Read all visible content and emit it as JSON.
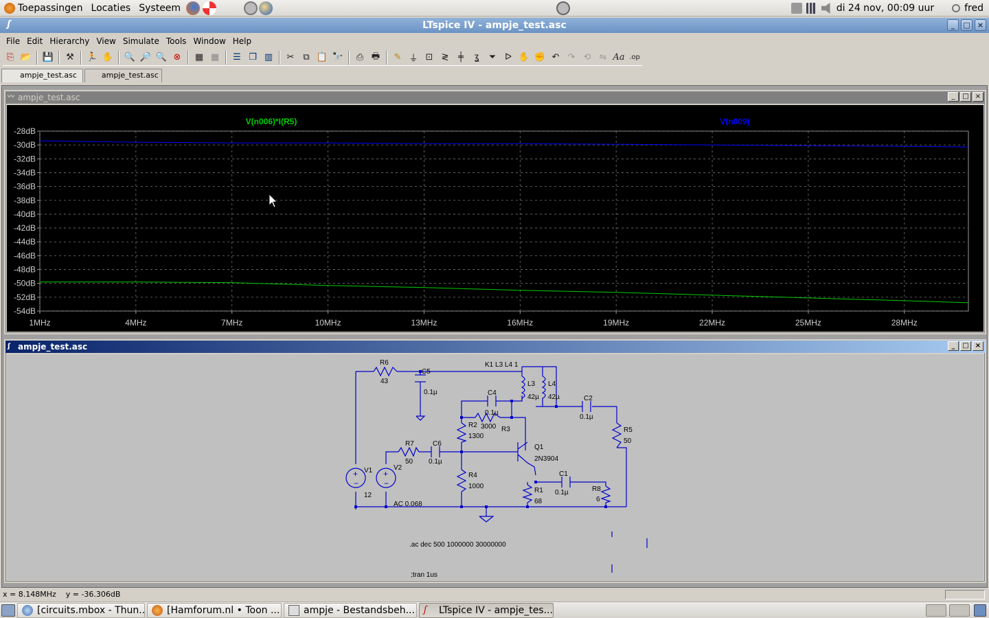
{
  "gnome_panel": {
    "menus": [
      "Toepassingen",
      "Locaties",
      "Systeem"
    ],
    "clock": "di 24 nov, 00:09 uur",
    "user": "fred"
  },
  "app": {
    "title": "LTspice IV - ampje_test.asc"
  },
  "menubar": {
    "items": [
      "File",
      "Edit",
      "Hierarchy",
      "View",
      "Simulate",
      "Tools",
      "Window",
      "Help"
    ]
  },
  "toolbar": {
    "icons": [
      "new-schematic-icon",
      "open-icon",
      "save-icon",
      "control-panel-icon",
      "run-icon",
      "halt-icon",
      "zoom-in-icon",
      "zoom-pan-icon",
      "zoom-out-icon",
      "zoom-fit-icon",
      "autorange-icon",
      "clear-icon",
      "tile-horizontal-icon",
      "cascade-icon",
      "tile-vertical-icon",
      "cut-icon",
      "copy-icon",
      "paste-icon",
      "find-icon",
      "print-preview-icon",
      "print-icon",
      "draw-wire-icon",
      "ground-icon",
      "label-net-icon",
      "resistor-icon",
      "capacitor-icon",
      "inductor-icon",
      "diode-icon",
      "component-icon",
      "move-icon",
      "drag-icon",
      "undo-icon",
      "redo-icon",
      "rotate-icon",
      "mirror-icon",
      "text-icon",
      "spice-directive-icon"
    ]
  },
  "tabs": [
    "ampje_test.asc",
    "ampje_test.asc"
  ],
  "plot_window": {
    "title": "ampje_test.asc"
  },
  "schematic_window": {
    "title": "ampje_test.asc",
    "directives": [
      ".ac dec 500 1000000 30000000",
      ";tran 1us"
    ],
    "components": {
      "R6": "43",
      "C5": "0.1µ",
      "K1": "K1 L3 L4 1",
      "L3": "42µ",
      "L4": "42µ",
      "C4": "0.1µ",
      "R3": "3000",
      "R2": "1300",
      "C2": "0.1µ",
      "R5": "50",
      "R7": "50",
      "C6": "0.1µ",
      "Q1": "2N3904",
      "V1": "12",
      "V2": "AC 0.068",
      "R4": "1000",
      "C1": "0.1µ",
      "R1": "68",
      "R8": "6"
    }
  },
  "status": {
    "text": "x = 8.148MHz    y = -36.306dB"
  },
  "taskbar": {
    "items": [
      {
        "label": "[circuits.mbox - Thun..."
      },
      {
        "label": "[Hamforum.nl • Toon ..."
      },
      {
        "label": "ampje - Bestandsbeh..."
      },
      {
        "label": "LTspice IV - ampje_tes..."
      }
    ]
  },
  "chart_data": {
    "type": "line",
    "title": "",
    "xlabel": "",
    "ylabel": "",
    "x_ticks": [
      "1MHz",
      "4MHz",
      "7MHz",
      "10MHz",
      "13MHz",
      "16MHz",
      "19MHz",
      "22MHz",
      "25MHz",
      "28MHz"
    ],
    "y_ticks": [
      "-28dB",
      "-30dB",
      "-32dB",
      "-34dB",
      "-36dB",
      "-38dB",
      "-40dB",
      "-42dB",
      "-44dB",
      "-46dB",
      "-48dB",
      "-50dB",
      "-52dB",
      "-54dB"
    ],
    "xlim": [
      1,
      30
    ],
    "ylim": [
      -54,
      -28
    ],
    "x_unit": "MHz",
    "y_unit": "dB",
    "background": "#000000",
    "grid": true,
    "series": [
      {
        "name": "V(n006)*I(R5)",
        "color": "#00cc00",
        "x": [
          1,
          4,
          7,
          10,
          13,
          16,
          19,
          22,
          25,
          28,
          30
        ],
        "y": [
          -49.8,
          -49.8,
          -49.9,
          -50.3,
          -50.6,
          -51.0,
          -51.3,
          -51.7,
          -52.1,
          -52.5,
          -52.8
        ]
      },
      {
        "name": "V(n009)",
        "color": "#0000ff",
        "x": [
          1,
          4,
          7,
          10,
          13,
          16,
          19,
          22,
          25,
          28,
          30
        ],
        "y": [
          -29.4,
          -29.6,
          -29.7,
          -29.7,
          -29.8,
          -29.8,
          -29.9,
          -30.0,
          -30.1,
          -30.2,
          -30.3
        ]
      }
    ]
  }
}
